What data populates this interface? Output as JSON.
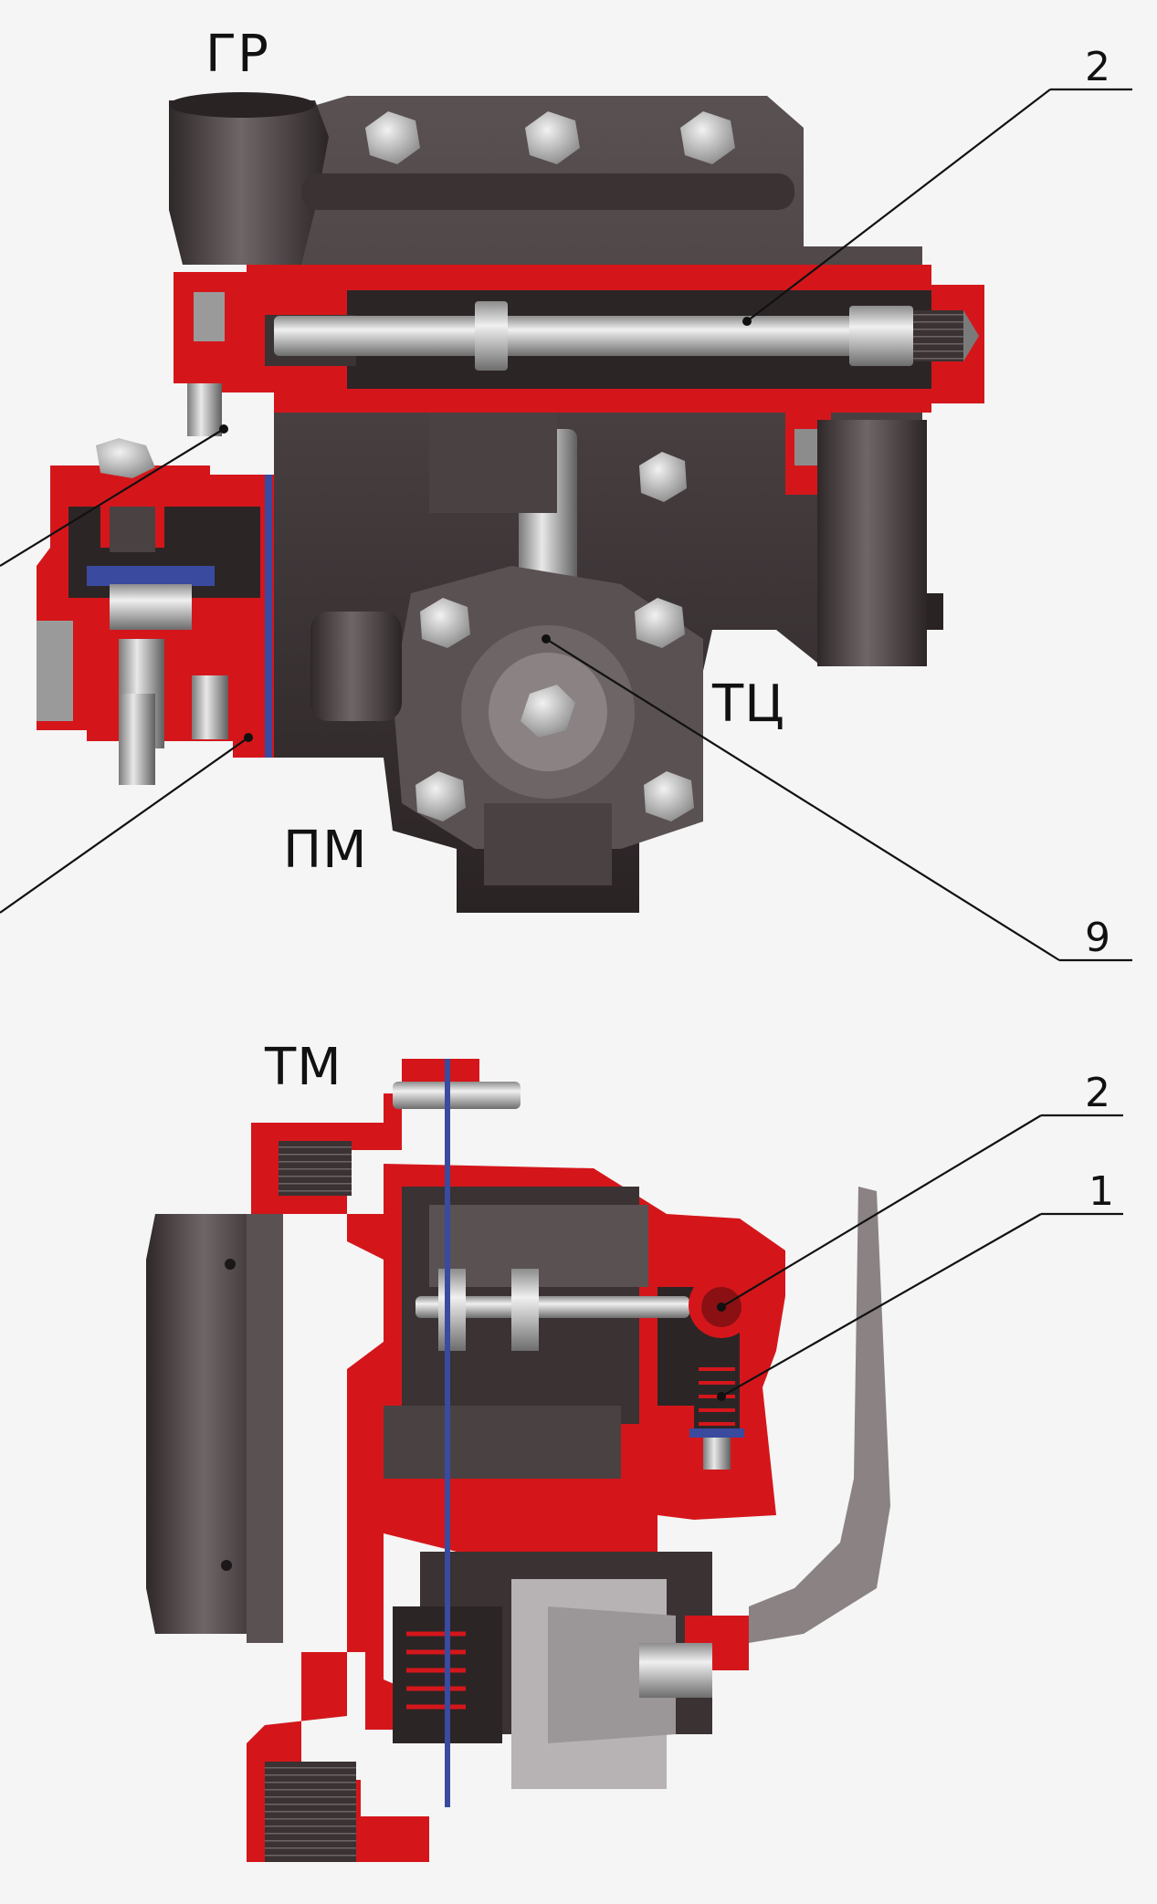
{
  "labels": {
    "gr": "ГР",
    "tc": "ТЦ",
    "pm": "ПМ",
    "tm": "ТМ"
  },
  "callouts": {
    "top_2": "2",
    "top_9": "9",
    "bottom_2": "2",
    "bottom_1": "1"
  },
  "colors": {
    "section_red": "#d4161b",
    "body_dark": "#4a4142",
    "body_mid": "#6e6566",
    "metal_light": "#c9c9c9",
    "gasket_blue": "#3a4a9e",
    "background": "#f4f5f4"
  }
}
